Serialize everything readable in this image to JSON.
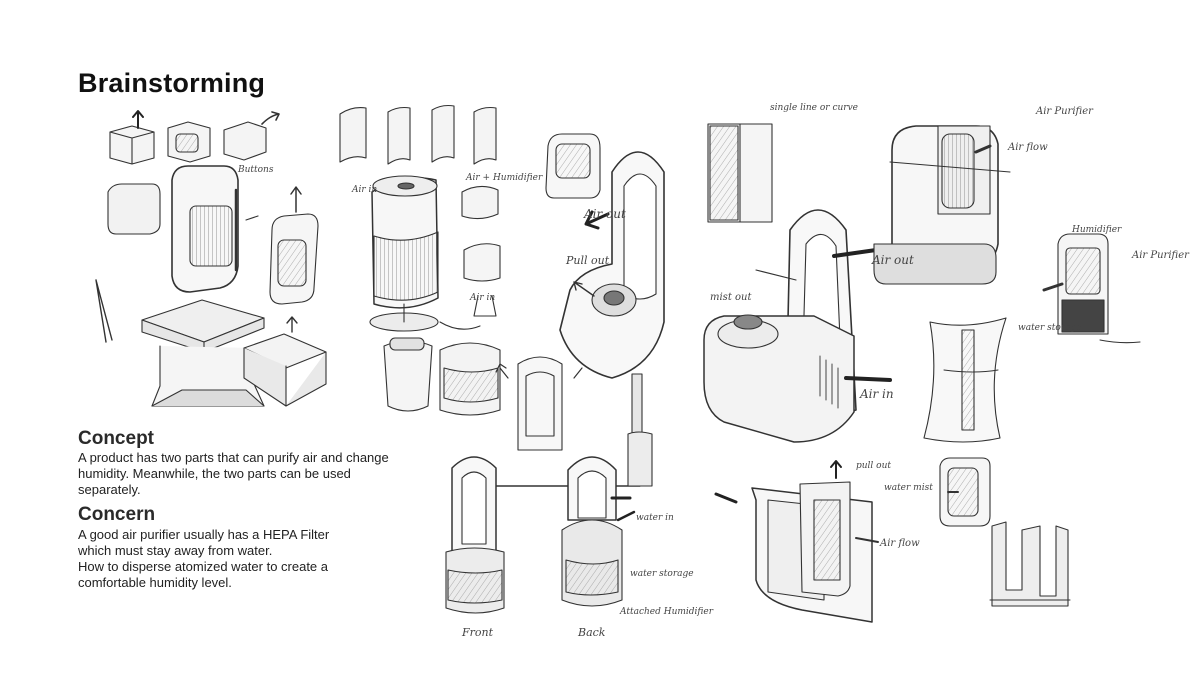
{
  "title": "Brainstorming",
  "concept": {
    "heading": "Concept",
    "text": "A product has two parts that can purify air and change humidity. Meanwhile, the two parts can be used separately."
  },
  "concern": {
    "heading": "Concern",
    "lines": [
      "A good air purifier usually has a HEPA Filter",
      "which must stay away from water.",
      "How to disperse atomized water to create a",
      "comfortable humidity level."
    ]
  },
  "annotations": {
    "air_in_1": "Air in",
    "air_in_2": "Air in",
    "air_in_small": "Air in",
    "air_out_1": "Air out",
    "air_out_2": "Air out",
    "pull_out": "Pull out",
    "mist_out": "mist out",
    "pull_out_2": "pull out",
    "water_mist": "water mist",
    "air_flow_1": "Air flow",
    "air_flow_2": "Air flow",
    "air_purifier_1": "Air Purifier",
    "air_purifier_2": "Air Purifier",
    "humidifier": "Humidifier",
    "water_storage": "water storage",
    "water_in": "water in",
    "water_storage_2": "water storage",
    "attached_humidifier": "Attached Humidifier",
    "front": "Front",
    "back": "Back",
    "single_line": "single line or curve",
    "air_plus_humidifier": "Air + Humidifier",
    "buttons": "Buttons"
  }
}
